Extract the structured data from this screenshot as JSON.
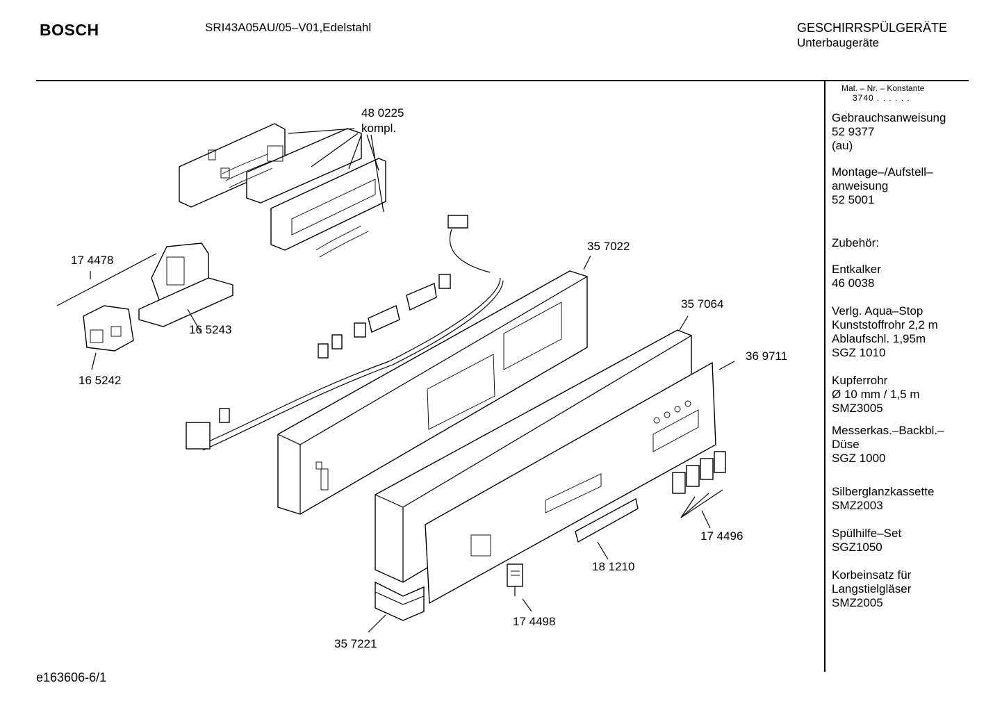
{
  "header": {
    "brand": "BOSCH",
    "model": "SRI43A05AU/05–V01,Edelstahl",
    "category": "GESCHIRRSPÜLGERÄTE",
    "subcategory": "Unterbaugeräte"
  },
  "sidebar": {
    "mat_label": "Mat. – Nr. – Konstante",
    "mat_value": "3740 . . . . . .",
    "blocks": [
      [
        "Gebrauchsanweisung",
        "52 9377",
        "(au)"
      ],
      [
        "Montage–/Aufstell–",
        "anweisung",
        "52 5001"
      ],
      [
        "Zubehör:"
      ],
      [
        "Entkalker",
        "46 0038"
      ],
      [
        "Verlg. Aqua–Stop",
        "Kunststoffrohr 2,2 m",
        "Ablaufschl. 1,95m",
        "SGZ 1010"
      ],
      [
        "Kupferrohr",
        "Ø 10 mm / 1,5 m",
        "SMZ3005"
      ],
      [
        "Messerkas.–Backbl.–",
        "Düse",
        "SGZ 1000"
      ],
      [
        "Silberglanzkassette",
        "SMZ2003"
      ],
      [
        "Spülhilfe–Set",
        "SGZ1050"
      ],
      [
        "Korbeinsatz für",
        "Langstielgläser",
        "SMZ2005"
      ]
    ]
  },
  "parts": {
    "p480225": "48 0225",
    "p480225_note": "kompl.",
    "p174478": "17 4478",
    "p165243": "16 5243",
    "p165242": "16 5242",
    "p357022": "35 7022",
    "p357064": "35 7064",
    "p369711": "36 9711",
    "p174496": "17 4496",
    "p181210": "18 1210",
    "p174498": "17 4498",
    "p357221": "35 7221"
  },
  "footer": {
    "code": "e163606-6/1"
  }
}
